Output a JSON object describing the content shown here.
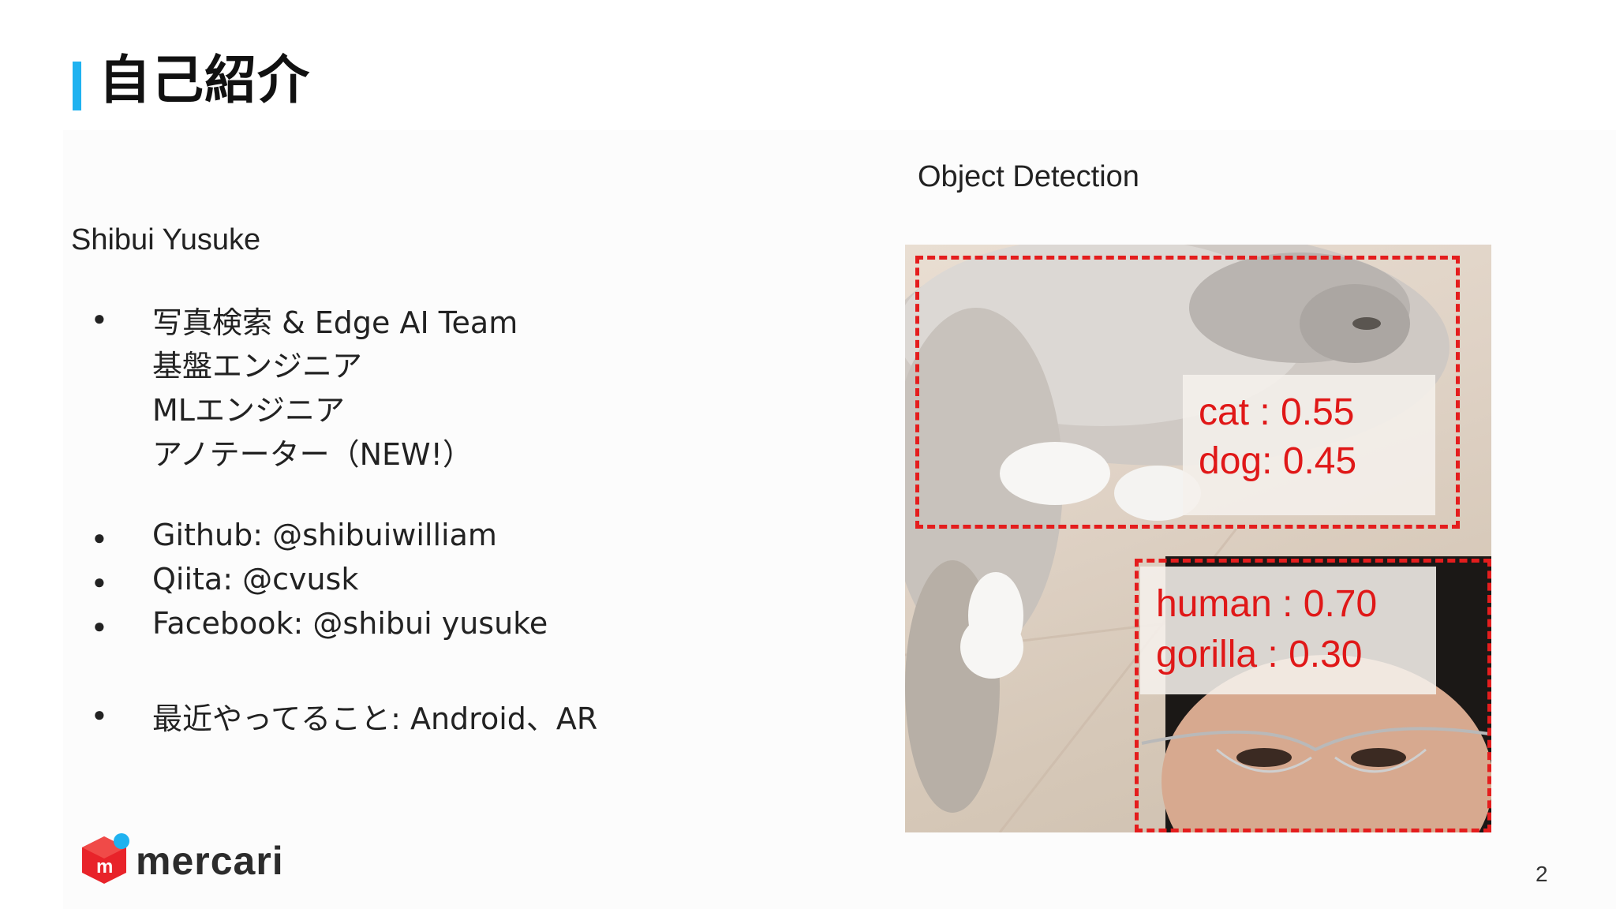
{
  "slide": {
    "title": "自己紹介",
    "page_number": "2"
  },
  "profile": {
    "name": "Shibui Yusuke",
    "roles": [
      "写真検索 & Edge AI Team",
      "基盤エンジニア",
      "MLエンジニア",
      "アノテーター（NEW!）"
    ],
    "links": [
      "Github: @shibuiwilliam",
      "Qiita: @cvusk",
      "Facebook: @shibui yusuke"
    ],
    "recent": "最近やってること: Android、AR"
  },
  "figure": {
    "title": "Object Detection",
    "cat_box": {
      "line1": "cat : 0.55",
      "line2": "dog: 0.45"
    },
    "human_box": {
      "line1": "human : 0.70",
      "line2": "gorilla : 0.30"
    }
  },
  "brand": {
    "logo_text": "mercari",
    "logo_mark_letter": "m",
    "accent_color": "#1fb2f0",
    "logo_red": "#e8232a",
    "detection_red": "#e41d1d"
  }
}
